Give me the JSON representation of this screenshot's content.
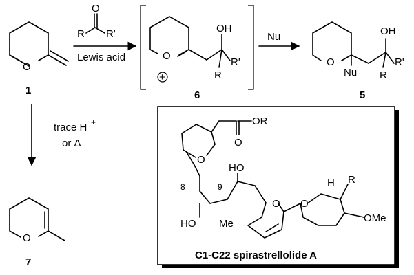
{
  "compounds": {
    "c1": {
      "number": "1"
    },
    "c6": {
      "number": "6",
      "charge": "+",
      "ketone_substituents": [
        "R",
        "R'"
      ],
      "oh": "OH"
    },
    "c5": {
      "number": "5",
      "nucleophile": "Nu",
      "oh": "OH",
      "substituents": [
        "R",
        "R'"
      ]
    },
    "c7": {
      "number": "7"
    }
  },
  "reagents": {
    "step1_carbonyl": {
      "o": "O",
      "r": "R",
      "r2": "R'"
    },
    "step1_catalyst": "Lewis acid",
    "step2": "Nu",
    "side_line1": "trace H",
    "side_sup": "+",
    "side_line2": "or Δ"
  },
  "ring_oxygen": "O",
  "natural_product": {
    "caption": "C1-C22 spirastrellolide A",
    "ester": "OR",
    "carbonyl_o": "O",
    "ring_o": "O",
    "ho_upper": "HO",
    "ho_lower": "HO",
    "c8": "8",
    "c9": "9",
    "methyl": "Me",
    "spiro_o1": "O",
    "spiro_o2": "O",
    "h": "H",
    "r": "R",
    "ome": "OMe"
  }
}
